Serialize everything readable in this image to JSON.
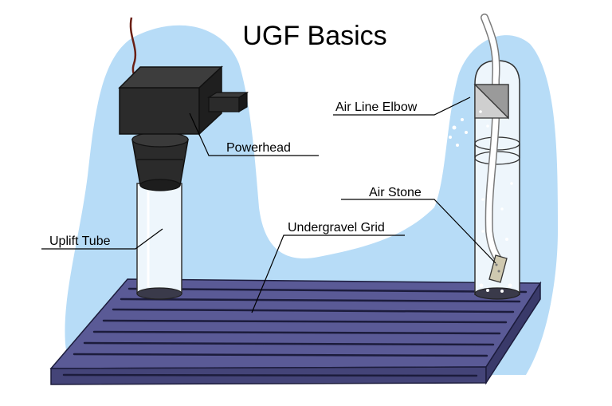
{
  "title": "UGF Basics",
  "labels": {
    "powerhead": "Powerhead",
    "uplift_tube": "Uplift Tube",
    "undergravel_grid": "Undergravel Grid",
    "air_line_elbow": "Air Line Elbow",
    "air_stone": "Air Stone"
  },
  "colors": {
    "water": "#b7dcf7",
    "grid": "#5a5a96",
    "grid_slot": "#1c1c3c",
    "powerhead": "#2b2b2b",
    "cord": "#6a1f14",
    "tube": "#eef6fc"
  }
}
